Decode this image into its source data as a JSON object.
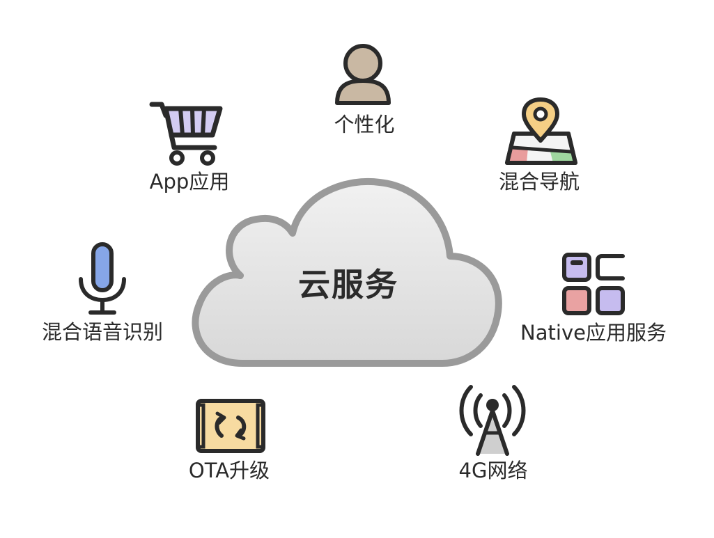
{
  "center": {
    "label": "云服务",
    "icon": "cloud-icon"
  },
  "services": {
    "personalization": {
      "label": "个性化",
      "icon": "person-icon"
    },
    "app": {
      "label": "App应用",
      "icon": "shopping-cart-icon"
    },
    "navigation": {
      "label": "混合导航",
      "icon": "map-pin-icon"
    },
    "voice": {
      "label": "混合语音识别",
      "icon": "microphone-icon"
    },
    "native": {
      "label": "Native应用服务",
      "icon": "app-grid-icon"
    },
    "ota": {
      "label": "OTA升级",
      "icon": "ota-update-icon"
    },
    "network": {
      "label": "4G网络",
      "icon": "signal-tower-icon"
    }
  },
  "colors": {
    "outline": "#2a2a2a",
    "cloud_fill": "#e4e4e4",
    "cloud_border": "#9a9a9a",
    "person_fill": "#c9b8a3",
    "cart_fill": "#d3ccf2",
    "pin_fill": "#f5cf85",
    "map_red": "#e99c9c",
    "map_green": "#9fd79f",
    "mic_fill": "#86a6e8",
    "grid_purple": "#c6bcef",
    "grid_pink": "#e9a2a2",
    "ota_fill": "#f7dba1",
    "tower_fill": "#cfcfcf"
  }
}
